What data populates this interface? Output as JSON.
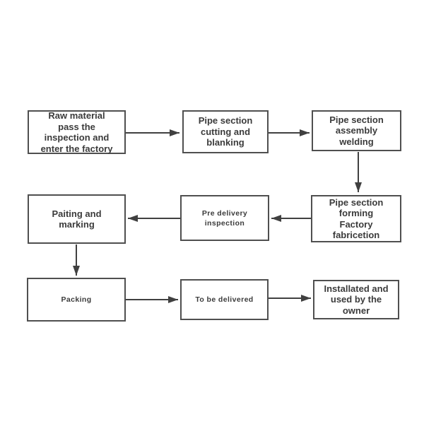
{
  "diagram": {
    "type": "flowchart",
    "colors": {
      "background": "#ffffff",
      "node_border": "#4f4f4f",
      "node_fill": "#ffffff",
      "text": "#3b3b3b",
      "arrow": "#404040"
    },
    "nodes": [
      {
        "id": "raw-material",
        "label": "Raw material\npass the\ninspection and\nenter the factory"
      },
      {
        "id": "cutting-blanking",
        "label": "Pipe section\ncutting and\nblanking"
      },
      {
        "id": "assembly-welding",
        "label": "Pipe section\nassembly\nwelding"
      },
      {
        "id": "forming-fabrication",
        "label": "Pipe section\nforming\nFactory\nfabricetion"
      },
      {
        "id": "pre-delivery-inspection",
        "label": "Pre delivery\ninspection"
      },
      {
        "id": "painting-marking",
        "label": "Paiting and\nmarking"
      },
      {
        "id": "packing",
        "label": "Packing"
      },
      {
        "id": "to-be-delivered",
        "label": "To be delivered"
      },
      {
        "id": "installed-owner",
        "label": "Installated and\nused by the\nowner"
      }
    ],
    "edges": [
      {
        "from": "raw-material",
        "to": "cutting-blanking",
        "direction": "right"
      },
      {
        "from": "cutting-blanking",
        "to": "assembly-welding",
        "direction": "right"
      },
      {
        "from": "assembly-welding",
        "to": "forming-fabrication",
        "direction": "down"
      },
      {
        "from": "forming-fabrication",
        "to": "pre-delivery-inspection",
        "direction": "left"
      },
      {
        "from": "pre-delivery-inspection",
        "to": "painting-marking",
        "direction": "left"
      },
      {
        "from": "painting-marking",
        "to": "packing",
        "direction": "down"
      },
      {
        "from": "packing",
        "to": "to-be-delivered",
        "direction": "right"
      },
      {
        "from": "to-be-delivered",
        "to": "installed-owner",
        "direction": "right"
      }
    ]
  }
}
